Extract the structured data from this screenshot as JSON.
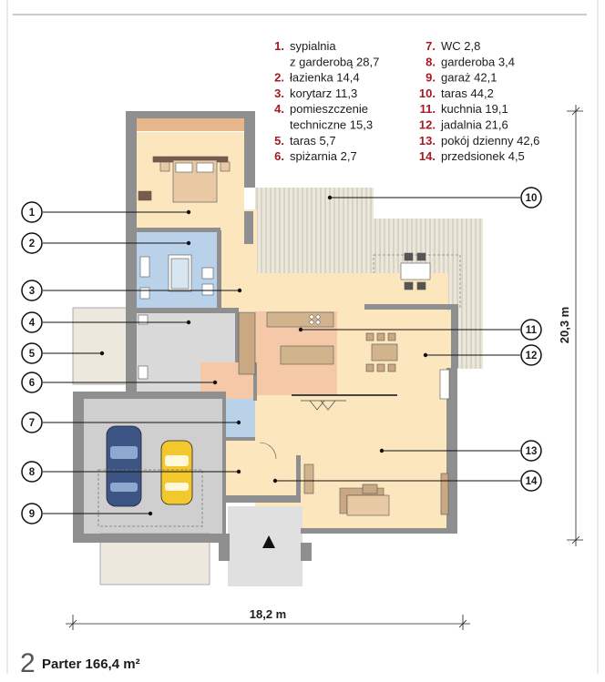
{
  "legend": {
    "left": [
      {
        "num": "1.",
        "lines": [
          "sypialnia",
          "z garderobą 28,7"
        ]
      },
      {
        "num": "2.",
        "lines": [
          "łazienka 14,4"
        ]
      },
      {
        "num": "3.",
        "lines": [
          "korytarz 11,3"
        ]
      },
      {
        "num": "4.",
        "lines": [
          "pomieszczenie",
          "techniczne 15,3"
        ]
      },
      {
        "num": "5.",
        "lines": [
          "taras 5,7"
        ]
      },
      {
        "num": "6.",
        "lines": [
          "spiżarnia 2,7"
        ]
      }
    ],
    "right": [
      {
        "num": "7.",
        "lines": [
          "WC 2,8"
        ]
      },
      {
        "num": "8.",
        "lines": [
          "garderoba 3,4"
        ]
      },
      {
        "num": "9.",
        "lines": [
          "garaż 42,1"
        ]
      },
      {
        "num": "10.",
        "lines": [
          "taras 44,2"
        ]
      },
      {
        "num": "11.",
        "lines": [
          "kuchnia 19,1"
        ]
      },
      {
        "num": "12.",
        "lines": [
          "jadalnia 21,6"
        ]
      },
      {
        "num": "13.",
        "lines": [
          "pokój dzienny 42,6"
        ]
      },
      {
        "num": "14.",
        "lines": [
          "przedsionek 4,5"
        ]
      }
    ]
  },
  "callouts": [
    "1",
    "2",
    "3",
    "4",
    "5",
    "6",
    "7",
    "8",
    "9",
    "10",
    "11",
    "12",
    "13",
    "14"
  ],
  "dimensions": {
    "width": "18,2 m",
    "depth": "20,3 m"
  },
  "caption": {
    "number": "2",
    "title": "Parter 166,4 m²"
  },
  "colors": {
    "accent": "#a31a23",
    "bedroom": "#fbe6bd",
    "bathroom": "#b9d2ea",
    "utility": "#d9d9d9",
    "garage": "#cfcfcf",
    "terrace": "#e9e4d6",
    "kitchen": "#f5c9a8",
    "living": "#fbe6bd",
    "wall": "#8f8f8f"
  }
}
